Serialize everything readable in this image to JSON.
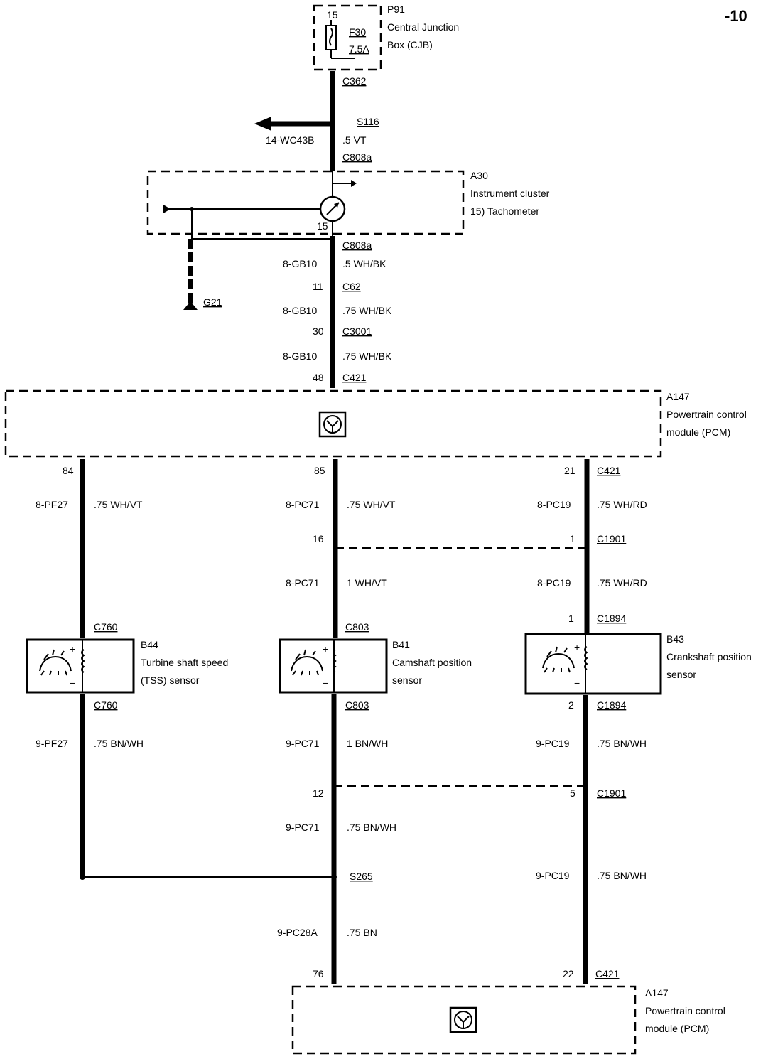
{
  "page_number": "-10",
  "p91": {
    "id": "P91",
    "name_line1": "Central Junction",
    "name_line2": "Box (CJB)",
    "pin": "15",
    "fuse": "F30",
    "rating": "7.5A"
  },
  "top": {
    "c362": "C362",
    "s116": "S116",
    "branch_circuit": "14-WC43B",
    "size_vt": ".5 VT",
    "c808a_top": "C808a"
  },
  "a30": {
    "id": "A30",
    "name_line1": "Instrument cluster",
    "name_line2": "15)  Tachometer",
    "pin": "15"
  },
  "below_a30": {
    "c808a": "C808a",
    "circuit1": "8-GB10",
    "wire1": ".5 WH/BK",
    "pin_c62": "11",
    "c62": "C62",
    "circuit2": "8-GB10",
    "wire2": ".75 WH/BK",
    "pin_c3001": "30",
    "c3001": "C3001",
    "circuit3": "8-GB10",
    "wire3": ".75 WH/BK",
    "pin_c421": "48",
    "c421": "C421",
    "ground": "G21"
  },
  "pcm_top": {
    "id": "A147",
    "name_line1": "Powertrain control",
    "name_line2": "module (PCM)"
  },
  "col_left": {
    "pin": "84",
    "circuit_top": "8-PF27",
    "wire_top": ".75 WH/VT",
    "conn_top": "C760",
    "conn_bottom": "C760",
    "circuit_bottom": "9-PF27",
    "wire_bottom": ".75 BN/WH"
  },
  "col_mid": {
    "pin": "85",
    "circuit_top": "8-PC71",
    "wire_top": ".75 WH/VT",
    "pin_c1901": "16",
    "circuit_mid": "8-PC71",
    "wire_mid": "1 WH/VT",
    "conn_top": "C803",
    "conn_bottom": "C803",
    "circuit_bottom": "9-PC71",
    "wire_bottom": "1 BN/WH",
    "pin_c1901_lower": "12",
    "circuit_low": "9-PC71",
    "wire_low": ".75 BN/WH",
    "splice": "S265",
    "circuit_final": "9-PC28A",
    "wire_final": ".75 BN",
    "pin_final": "76"
  },
  "col_right": {
    "pin": "21",
    "conn_pcm": "C421",
    "circuit_top": "8-PC19",
    "wire_top": ".75 WH/RD",
    "pin_c1901": "1",
    "c1901": "C1901",
    "circuit_mid": "8-PC19",
    "wire_mid": ".75 WH/RD",
    "pin_c1894": "1",
    "c1894": "C1894",
    "pin_c1894_b": "2",
    "c1894_b": "C1894",
    "circuit_bottom": "9-PC19",
    "wire_bottom": ".75 BN/WH",
    "pin_c1901_lower": "5",
    "c1901_lower": "C1901",
    "circuit_low": "9-PC19",
    "wire_low": ".75 BN/WH",
    "pin_final": "22",
    "conn_final": "C421"
  },
  "b44": {
    "id": "B44",
    "name_line1": "Turbine shaft speed",
    "name_line2": "(TSS) sensor"
  },
  "b41": {
    "id": "B41",
    "name_line1": "Camshaft position",
    "name_line2": "sensor"
  },
  "b43": {
    "id": "B43",
    "name_line1": "Crankshaft position",
    "name_line2": "sensor"
  },
  "pcm_bottom": {
    "id": "A147",
    "name_line1": "Powertrain control",
    "name_line2": "module (PCM)"
  },
  "polarity": {
    "plus": "+",
    "minus": "−"
  }
}
